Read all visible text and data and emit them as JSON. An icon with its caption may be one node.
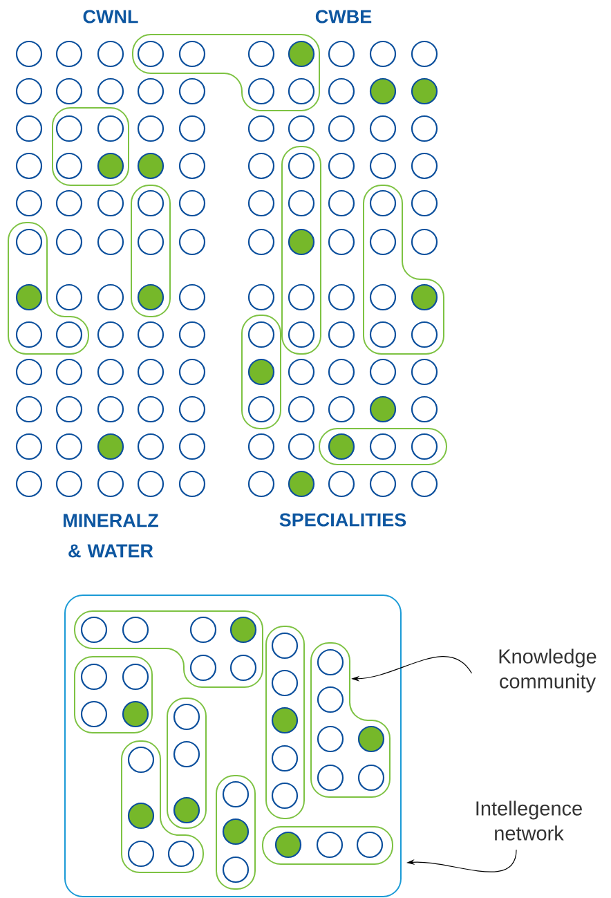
{
  "diagram": {
    "nodes": [
      {
        "text": [],
        "shape": "box"
      },
      {
        "text": [],
        "shape": "box",
        "in": 0
      },
      {
        "text": [
          "Knowledge community"
        ]
      },
      {
        "text": [
          "Intellegence network"
        ]
      }
    ],
    "edges": [
      {
        "from": 2,
        "to": 1,
        "arrow": "to"
      },
      {
        "from": 3,
        "to": 0,
        "arrow": "to"
      }
    ],
    "labels": [
      "CWNL",
      "CWBE",
      "MINERALZ & WATER",
      "SPECIALITIES"
    ]
  }
}
